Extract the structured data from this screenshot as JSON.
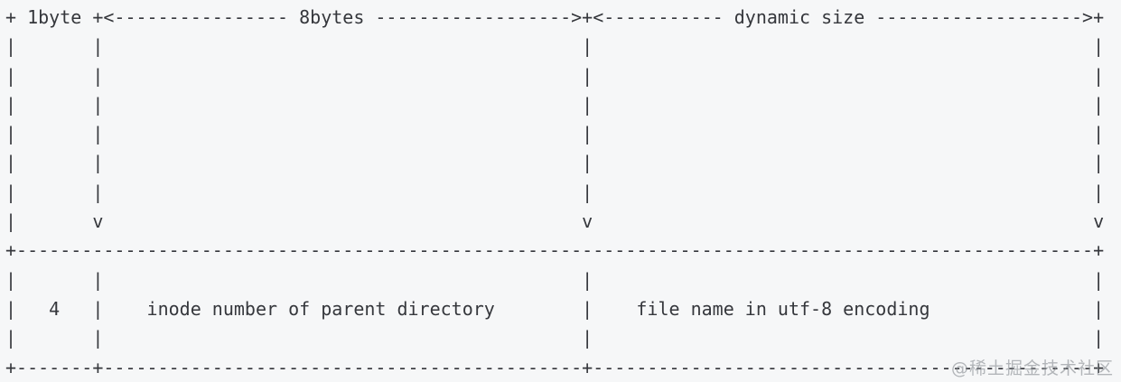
{
  "diagram": {
    "lines": [
      "+ 1byte +<---------------- 8bytes ------------------>+<----------- dynamic size ------------------->+",
      "|       |                                            |                                              |",
      "|       |                                            |                                              |",
      "|       |                                            |                                              |",
      "|       |                                            |                                              |",
      "|       |                                            |                                              |",
      "|       |                                            |                                              |",
      "|       v                                            v                                              v",
      "+---------------------------------------------------------------------------------------------------+",
      "|       |                                            |                                              |",
      "|   4   |    inode number of parent directory        |    file name in utf-8 encoding               |",
      "|       |                                            |                                              |",
      "+-------+--------------------------------------------+----------------------------------------------+"
    ],
    "fields": [
      {
        "size_label": "1byte",
        "value": "4"
      },
      {
        "size_label": "8bytes",
        "value": "inode number of parent directory"
      },
      {
        "size_label": "dynamic size",
        "value": "file name in utf-8 encoding"
      }
    ]
  },
  "watermark": {
    "text": "@稀土掘金技术社区"
  },
  "colors": {
    "background": "#f6f7f8",
    "text": "#35373c",
    "watermark": "#8e9398"
  }
}
